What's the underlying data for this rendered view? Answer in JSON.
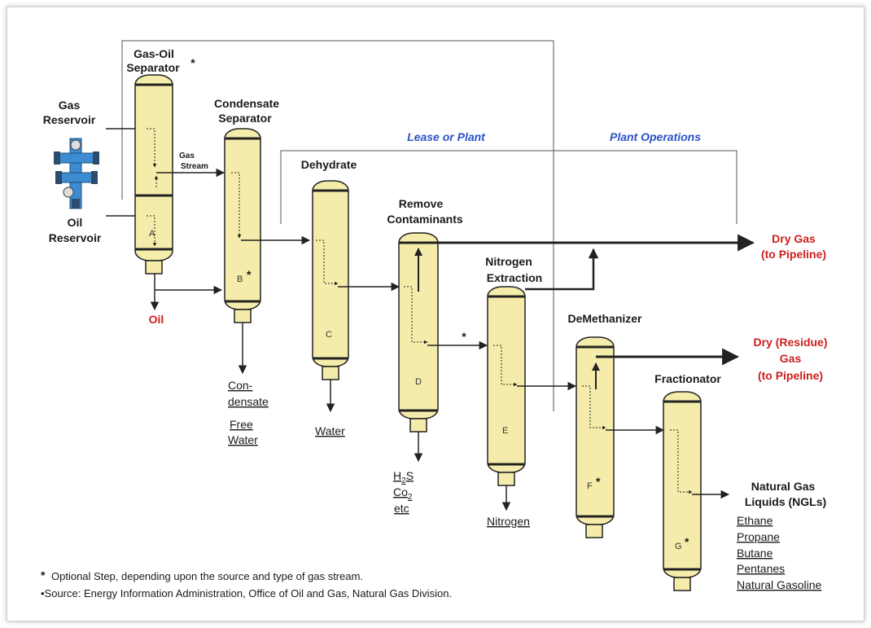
{
  "colors": {
    "vessel_fill": "#f5ecab",
    "vessel_stroke": "#222222",
    "output_red": "#cc1f1f",
    "region_blue": "#2a52c9",
    "line": "#222222"
  },
  "regions": {
    "lease_or_plant": "Lease or Plant",
    "plant_operations": "Plant Operations"
  },
  "inputs": {
    "gas_line1": "Gas",
    "gas_line2": "Reservoir",
    "oil_line1": "Oil",
    "oil_line2": "Reservoir",
    "wellhead_icon": "wellhead-icon"
  },
  "vessels": {
    "a": {
      "title1": "Gas-Oil",
      "title2": "Separator",
      "star": "*",
      "letter": "A"
    },
    "b": {
      "title1": "Condensate",
      "title2": "Separator",
      "letter": "B",
      "star": "*"
    },
    "c": {
      "title1": "Dehydrate",
      "letter": "C"
    },
    "d": {
      "title1": "Remove",
      "title2": "Contaminants",
      "letter": "D"
    },
    "e": {
      "title1": "Nitrogen",
      "title2": "Extraction",
      "letter": "E"
    },
    "f": {
      "title1": "DeMethanizer",
      "letter": "F",
      "star": "*"
    },
    "g": {
      "title1": "Fractionator",
      "letter": "G",
      "star": "*"
    }
  },
  "streams": {
    "gas_stream1": "Gas",
    "gas_stream2": "Stream",
    "contaminant_star": "*"
  },
  "outputs": {
    "oil": "Oil",
    "condensate1": "Con-",
    "condensate2": "densate",
    "free_water1": "Free",
    "free_water2": "Water",
    "water": "Water",
    "h2s_main": "H",
    "h2s_sub": "2",
    "h2s_end": "S",
    "co2_main": "Co",
    "co2_sub": "2",
    "etc": "etc",
    "nitrogen": "Nitrogen",
    "dry_gas1": "Dry  Gas",
    "dry_gas2": "(to Pipeline)",
    "residue1": "Dry (Residue)",
    "residue2": "Gas",
    "residue3": "(to Pipeline)",
    "ngl1": "Natural Gas",
    "ngl2": "Liquids (NGLs)",
    "ngl_items": [
      "Ethane",
      "Propane",
      "Butane",
      "Pentanes",
      "Natural Gasoline"
    ]
  },
  "footnotes": {
    "star": "*",
    "note1": "Optional Step, depending upon the source and type of gas stream.",
    "note2": "•Source: Energy Information Administration, Office of Oil and Gas, Natural Gas Division."
  }
}
